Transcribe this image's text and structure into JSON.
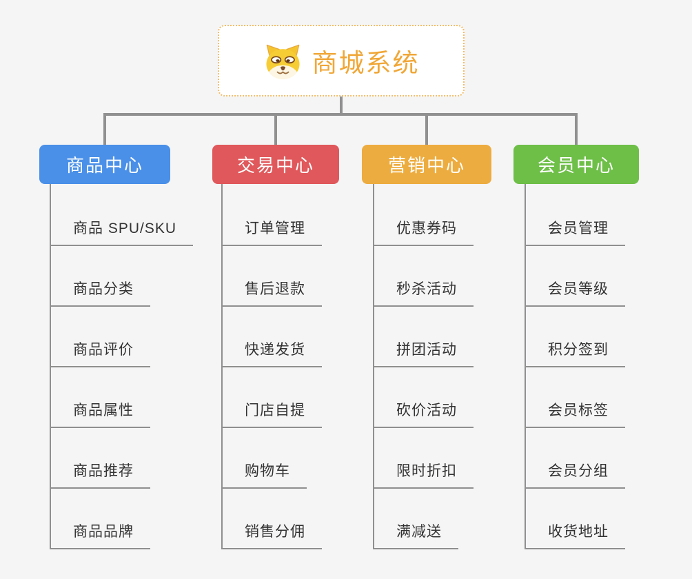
{
  "root": {
    "title": "商城系统",
    "icon": "shiba-dog-icon"
  },
  "branches": [
    {
      "id": "product",
      "label": "商品中心",
      "color": "#4a90e8",
      "children": [
        "商品 SPU/SKU",
        "商品分类",
        "商品评价",
        "商品属性",
        "商品推荐",
        "商品品牌"
      ]
    },
    {
      "id": "trade",
      "label": "交易中心",
      "color": "#e0585b",
      "children": [
        "订单管理",
        "售后退款",
        "快递发货",
        "门店自提",
        "购物车",
        "销售分佣"
      ]
    },
    {
      "id": "marketing",
      "label": "营销中心",
      "color": "#edac3f",
      "children": [
        "优惠券码",
        "秒杀活动",
        "拼团活动",
        "砍价活动",
        "限时折扣",
        "满减送"
      ]
    },
    {
      "id": "member",
      "label": "会员中心",
      "color": "#6ebf48",
      "children": [
        "会员管理",
        "会员等级",
        "积分签到",
        "会员标签",
        "会员分组",
        "收货地址"
      ]
    }
  ],
  "colors": {
    "background": "#f5f5f6",
    "root_border": "#f2bd6b",
    "root_text": "#f0a737",
    "connector_line": "#909090",
    "child_underline": "#8f8f8f",
    "child_text": "#333333",
    "branch_product": "#4a90e8",
    "branch_trade": "#e0585b",
    "branch_marketing": "#edac3f",
    "branch_member": "#6ebf48"
  }
}
